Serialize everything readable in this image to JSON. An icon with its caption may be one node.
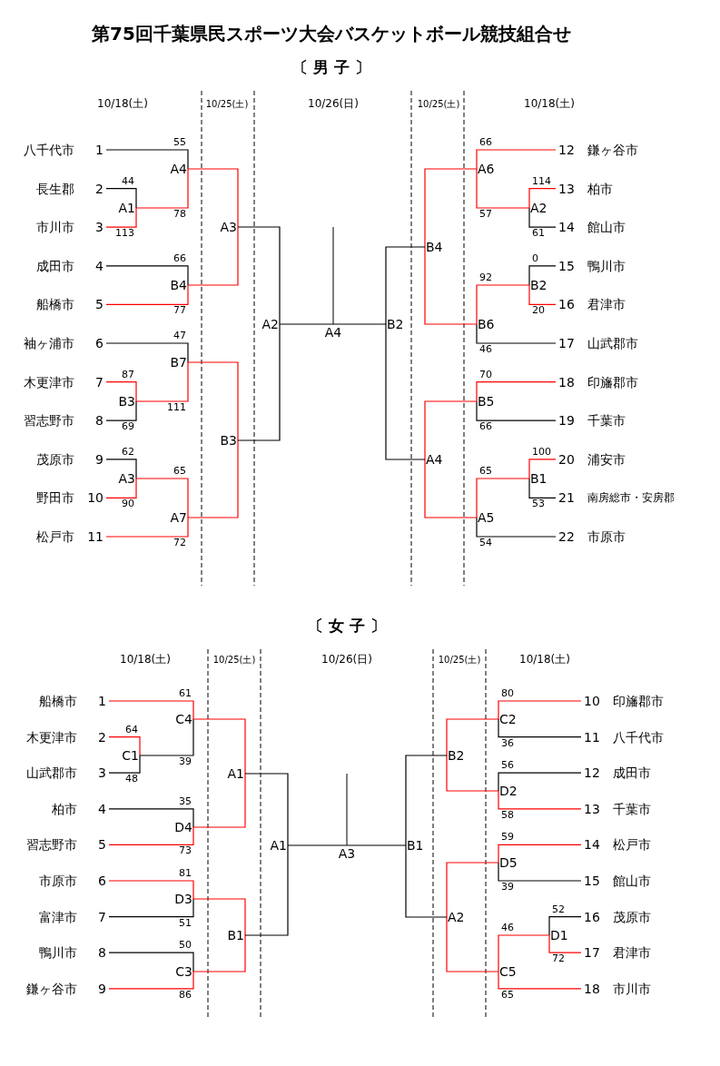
{
  "diagram": {
    "title": "第75回千葉県民スポーツ大会バスケットボール競技組合せ",
    "nodes": [
      {
        "text": [
          "八千代市",
          "1"
        ]
      },
      {
        "text": [
          "長生郡",
          "2"
        ]
      },
      {
        "text": [
          "市川市",
          "3"
        ]
      },
      {
        "text": [
          "成田市",
          "4"
        ]
      },
      {
        "text": [
          "船橋市",
          "5"
        ]
      },
      {
        "text": [
          "袖ヶ浦市",
          "6"
        ]
      },
      {
        "text": [
          "木更津市",
          "7"
        ]
      },
      {
        "text": [
          "習志野市",
          "8"
        ]
      },
      {
        "text": [
          "茂原市",
          "9"
        ]
      },
      {
        "text": [
          "野田市",
          "10"
        ]
      },
      {
        "text": [
          "松戸市",
          "11"
        ]
      },
      {
        "text": [
          "12",
          "鎌ヶ谷市"
        ]
      },
      {
        "text": [
          "13",
          "柏市"
        ]
      },
      {
        "text": [
          "14",
          "館山市"
        ]
      },
      {
        "text": [
          "15",
          "鴨川市"
        ]
      },
      {
        "text": [
          "16",
          "君津市"
        ]
      },
      {
        "text": [
          "17",
          "山武郡市"
        ]
      },
      {
        "text": [
          "18",
          "印旛郡市"
        ]
      },
      {
        "text": [
          "19",
          "千葉市"
        ]
      },
      {
        "text": [
          "20",
          "浦安市"
        ]
      },
      {
        "text": [
          "21",
          "南房総市・安房郡"
        ]
      },
      {
        "text": [
          "22",
          "市原市"
        ]
      },
      {
        "text": [
          "A1"
        ]
      },
      {
        "text": [
          "A4"
        ]
      },
      {
        "text": [
          "B4"
        ]
      },
      {
        "text": [
          "B3"
        ]
      },
      {
        "text": [
          "B7"
        ]
      },
      {
        "text": [
          "A3"
        ]
      },
      {
        "text": [
          "A7"
        ]
      },
      {
        "text": [
          "A3"
        ]
      },
      {
        "text": [
          "B3"
        ]
      },
      {
        "text": [
          "A2"
        ]
      },
      {
        "text": [
          "A4"
        ]
      },
      {
        "text": [
          "A6"
        ]
      },
      {
        "text": [
          "A2"
        ]
      },
      {
        "text": [
          "B2"
        ]
      },
      {
        "text": [
          "B6"
        ]
      },
      {
        "text": [
          "B5"
        ]
      },
      {
        "text": [
          "B1"
        ]
      },
      {
        "text": [
          "A5"
        ]
      },
      {
        "text": [
          "B4"
        ]
      },
      {
        "text": [
          "A4"
        ]
      },
      {
        "text": [
          "B2"
        ]
      },
      {
        "text": [
          "船橋市",
          "1"
        ]
      },
      {
        "text": [
          "木更津市",
          "2"
        ]
      },
      {
        "text": [
          "山武郡市",
          "3"
        ]
      },
      {
        "text": [
          "柏市",
          "4"
        ]
      },
      {
        "text": [
          "習志野市",
          "5"
        ]
      },
      {
        "text": [
          "市原市",
          "6"
        ]
      },
      {
        "text": [
          "富津市",
          "7"
        ]
      },
      {
        "text": [
          "鴨川市",
          "8"
        ]
      },
      {
        "text": [
          "鎌ヶ谷市",
          "9"
        ]
      },
      {
        "text": [
          "10",
          "印旛郡市"
        ]
      },
      {
        "text": [
          "11",
          "八千代市"
        ]
      },
      {
        "text": [
          "12",
          "成田市"
        ]
      },
      {
        "text": [
          "13",
          "千葉市"
        ]
      },
      {
        "text": [
          "14",
          "松戸市"
        ]
      },
      {
        "text": [
          "15",
          "館山市"
        ]
      },
      {
        "text": [
          "16",
          "茂原市"
        ]
      },
      {
        "text": [
          "17",
          "君津市"
        ]
      },
      {
        "text": [
          "18",
          "市川市"
        ]
      },
      {
        "text": [
          "C4"
        ]
      },
      {
        "text": [
          "C1"
        ]
      },
      {
        "text": [
          "D4"
        ]
      },
      {
        "text": [
          "D3"
        ]
      },
      {
        "text": [
          "C3"
        ]
      },
      {
        "text": [
          "A1"
        ]
      },
      {
        "text": [
          "B1"
        ]
      },
      {
        "text": [
          "A1"
        ]
      },
      {
        "text": [
          "A3"
        ]
      },
      {
        "text": [
          "C2"
        ]
      },
      {
        "text": [
          "D2"
        ]
      },
      {
        "text": [
          "D5"
        ]
      },
      {
        "text": [
          "D1"
        ]
      },
      {
        "text": [
          "C5"
        ]
      },
      {
        "text": [
          "B2"
        ]
      },
      {
        "text": [
          "A2"
        ]
      },
      {
        "text": [
          "B1"
        ]
      }
    ],
    "edges": [
      {
        "from": 1,
        "to": 22,
        "arrow": "none",
        "label": "44",
        "color": "#000000"
      },
      {
        "from": 2,
        "to": 22,
        "arrow": "none",
        "label": "113",
        "color": "#ff0000"
      },
      {
        "from": 0,
        "to": 23,
        "arrow": "none",
        "label": "55",
        "color": "#000000"
      },
      {
        "from": 22,
        "to": 23,
        "arrow": "none",
        "label": "78",
        "color": "#ff0000"
      },
      {
        "from": 3,
        "to": 24,
        "arrow": "none",
        "label": "66",
        "color": "#000000"
      },
      {
        "from": 4,
        "to": 24,
        "arrow": "none",
        "label": "77",
        "color": "#ff0000"
      },
      {
        "from": 6,
        "to": 25,
        "arrow": "none",
        "label": "87",
        "color": "#ff0000"
      },
      {
        "from": 7,
        "to": 25,
        "arrow": "none",
        "label": "69",
        "color": "#000000"
      },
      {
        "from": 5,
        "to": 26,
        "arrow": "none",
        "label": "47",
        "color": "#000000"
      },
      {
        "from": 25,
        "to": 26,
        "arrow": "none",
        "label": "111",
        "color": "#ff0000"
      },
      {
        "from": 8,
        "to": 27,
        "arrow": "none",
        "label": "62",
        "color": "#000000"
      },
      {
        "from": 9,
        "to": 27,
        "arrow": "none",
        "label": "90",
        "color": "#ff0000"
      },
      {
        "from": 27,
        "to": 28,
        "arrow": "none",
        "label": "65",
        "color": "#ff0000"
      },
      {
        "from": 10,
        "to": 28,
        "arrow": "none",
        "label": "72",
        "color": "#ff0000"
      },
      {
        "from": 23,
        "to": 29,
        "arrow": "none",
        "color": "#ff0000"
      },
      {
        "from": 24,
        "to": 29,
        "arrow": "none",
        "color": "#ff0000"
      },
      {
        "from": 26,
        "to": 30,
        "arrow": "none",
        "color": "#ff0000"
      },
      {
        "from": 28,
        "to": 30,
        "arrow": "none",
        "color": "#ff0000"
      },
      {
        "from": 29,
        "to": 31,
        "arrow": "none",
        "color": "#000000"
      },
      {
        "from": 30,
        "to": 31,
        "arrow": "none",
        "color": "#000000"
      },
      {
        "from": 31,
        "to": 32,
        "arrow": "none",
        "color": "#000000"
      },
      {
        "from": 11,
        "to": 33,
        "arrow": "none",
        "label": "66",
        "color": "#ff0000"
      },
      {
        "from": 12,
        "to": 34,
        "arrow": "none",
        "label": "114",
        "color": "#ff0000"
      },
      {
        "from": 13,
        "to": 34,
        "arrow": "none",
        "label": "61",
        "color": "#000000"
      },
      {
        "from": 34,
        "to": 33,
        "arrow": "none",
        "label": "57",
        "color": "#ff0000"
      },
      {
        "from": 14,
        "to": 35,
        "arrow": "none",
        "label": "0",
        "color": "#000000"
      },
      {
        "from": 15,
        "to": 35,
        "arrow": "none",
        "label": "20",
        "color": "#ff0000"
      },
      {
        "from": 35,
        "to": 36,
        "arrow": "none",
        "label": "92",
        "color": "#ff0000"
      },
      {
        "from": 16,
        "to": 36,
        "arrow": "none",
        "label": "46",
        "color": "#000000"
      },
      {
        "from": 17,
        "to": 37,
        "arrow": "none",
        "label": "70",
        "color": "#ff0000"
      },
      {
        "from": 18,
        "to": 37,
        "arrow": "none",
        "label": "66",
        "color": "#000000"
      },
      {
        "from": 19,
        "to": 38,
        "arrow": "none",
        "label": "100",
        "color": "#ff0000"
      },
      {
        "from": 20,
        "to": 38,
        "arrow": "none",
        "label": "53",
        "color": "#000000"
      },
      {
        "from": 38,
        "to": 39,
        "arrow": "none",
        "label": "65",
        "color": "#ff0000"
      },
      {
        "from": 21,
        "to": 39,
        "arrow": "none",
        "label": "54",
        "color": "#000000"
      },
      {
        "from": 33,
        "to": 40,
        "arrow": "none",
        "color": "#ff0000"
      },
      {
        "from": 36,
        "to": 40,
        "arrow": "none",
        "color": "#ff0000"
      },
      {
        "from": 37,
        "to": 41,
        "arrow": "none",
        "color": "#ff0000"
      },
      {
        "from": 39,
        "to": 41,
        "arrow": "none",
        "color": "#ff0000"
      },
      {
        "from": 40,
        "to": 42,
        "arrow": "none",
        "color": "#000000"
      },
      {
        "from": 41,
        "to": 42,
        "arrow": "none",
        "color": "#000000"
      },
      {
        "from": 42,
        "to": 32,
        "arrow": "none",
        "color": "#000000"
      },
      {
        "from": 44,
        "to": 62,
        "arrow": "none",
        "label": "64",
        "color": "#ff0000"
      },
      {
        "from": 45,
        "to": 62,
        "arrow": "none",
        "label": "48",
        "color": "#000000"
      },
      {
        "from": 43,
        "to": 61,
        "arrow": "none",
        "label": "61",
        "color": "#ff0000"
      },
      {
        "from": 62,
        "to": 61,
        "arrow": "none",
        "label": "39",
        "color": "#000000"
      },
      {
        "from": 46,
        "to": 63,
        "arrow": "none",
        "label": "35",
        "color": "#000000"
      },
      {
        "from": 47,
        "to": 63,
        "arrow": "none",
        "label": "73",
        "color": "#ff0000"
      },
      {
        "from": 48,
        "to": 64,
        "arrow": "none",
        "label": "81",
        "color": "#ff0000"
      },
      {
        "from": 49,
        "to": 64,
        "arrow": "none",
        "label": "51",
        "color": "#000000"
      },
      {
        "from": 50,
        "to": 65,
        "arrow": "none",
        "label": "50",
        "color": "#000000"
      },
      {
        "from": 51,
        "to": 65,
        "arrow": "none",
        "label": "86",
        "color": "#ff0000"
      },
      {
        "from": 61,
        "to": 66,
        "arrow": "none",
        "color": "#ff0000"
      },
      {
        "from": 63,
        "to": 66,
        "arrow": "none",
        "color": "#ff0000"
      },
      {
        "from": 64,
        "to": 67,
        "arrow": "none",
        "color": "#ff0000"
      },
      {
        "from": 65,
        "to": 67,
        "arrow": "none",
        "color": "#ff0000"
      },
      {
        "from": 66,
        "to": 68,
        "arrow": "none",
        "color": "#000000"
      },
      {
        "from": 67,
        "to": 68,
        "arrow": "none",
        "color": "#000000"
      },
      {
        "from": 68,
        "to": 69,
        "arrow": "none",
        "color": "#000000"
      },
      {
        "from": 52,
        "to": 70,
        "arrow": "none",
        "label": "80",
        "color": "#ff0000"
      },
      {
        "from": 53,
        "to": 70,
        "arrow": "none",
        "label": "36",
        "color": "#000000"
      },
      {
        "from": 54,
        "to": 71,
        "arrow": "none",
        "label": "56",
        "color": "#000000"
      },
      {
        "from": 55,
        "to": 71,
        "arrow": "none",
        "label": "58",
        "color": "#ff0000"
      },
      {
        "from": 56,
        "to": 72,
        "arrow": "none",
        "label": "59",
        "color": "#ff0000"
      },
      {
        "from": 57,
        "to": 72,
        "arrow": "none",
        "label": "39",
        "color": "#000000"
      },
      {
        "from": 58,
        "to": 73,
        "arrow": "none",
        "label": "52",
        "color": "#000000"
      },
      {
        "from": 59,
        "to": 73,
        "arrow": "none",
        "label": "72",
        "color": "#ff0000"
      },
      {
        "from": 73,
        "to": 74,
        "arrow": "none",
        "label": "46",
        "color": "#ff0000"
      },
      {
        "from": 60,
        "to": 74,
        "arrow": "none",
        "label": "65",
        "color": "#ff0000"
      },
      {
        "from": 70,
        "to": 75,
        "arrow": "none",
        "color": "#ff0000"
      },
      {
        "from": 71,
        "to": 75,
        "arrow": "none",
        "color": "#ff0000"
      },
      {
        "from": 72,
        "to": 76,
        "arrow": "none",
        "color": "#ff0000"
      },
      {
        "from": 74,
        "to": 76,
        "arrow": "none",
        "color": "#ff0000"
      },
      {
        "from": 75,
        "to": 77,
        "arrow": "none",
        "color": "#000000"
      },
      {
        "from": 76,
        "to": 77,
        "arrow": "none",
        "color": "#000000"
      },
      {
        "from": 77,
        "to": 69,
        "arrow": "none",
        "color": "#000000"
      }
    ],
    "labels": [
      "〔 男 子 〕",
      "10/18(土)",
      "10/25(土)",
      "10/26(日)",
      "10/25(土)",
      "10/18(土)",
      "〔 女 子 〕",
      "10/18(土)",
      "10/25(土)",
      "10/26(日)",
      "10/25(土)",
      "10/18(土)"
    ]
  }
}
